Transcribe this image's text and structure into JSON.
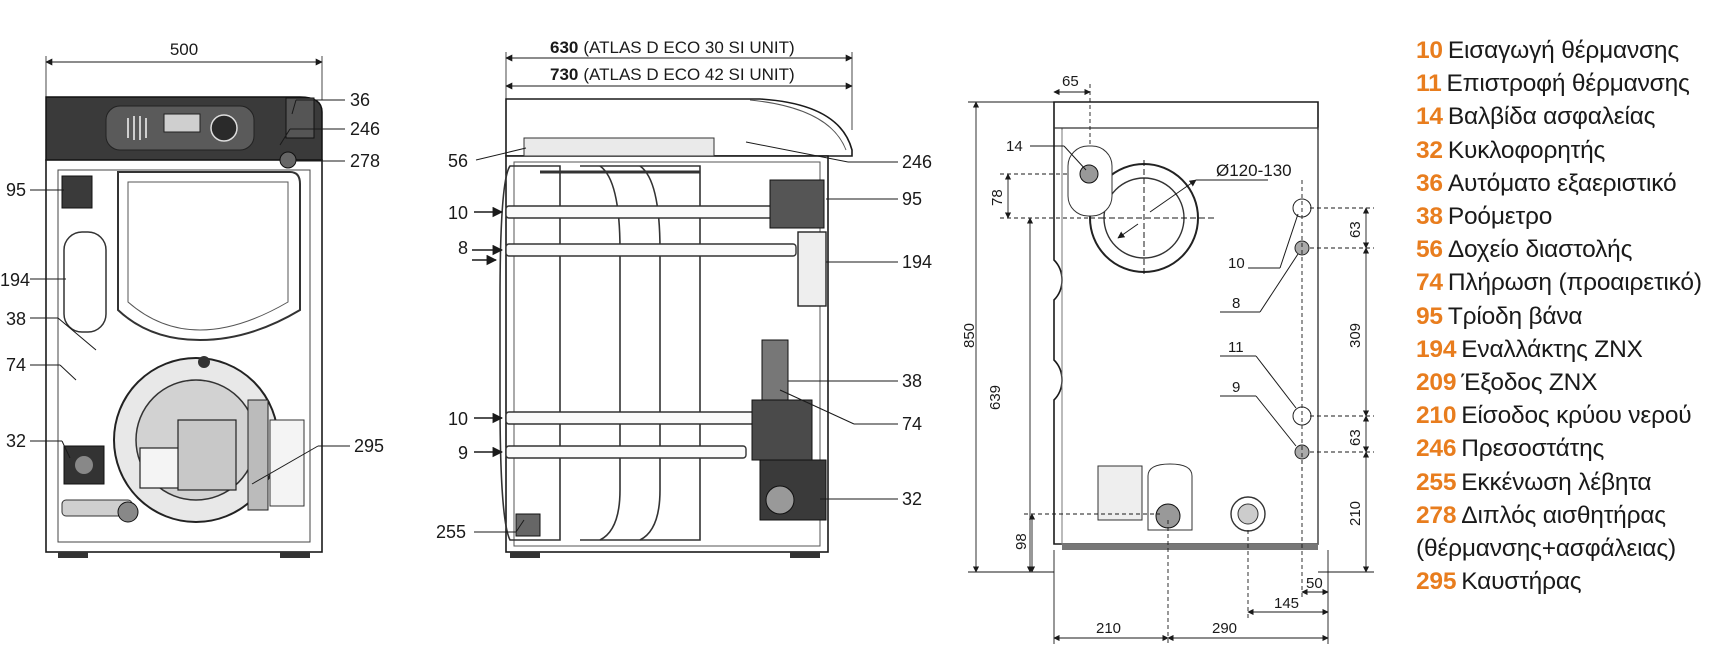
{
  "front_view": {
    "width_label": "500",
    "labels": {
      "l36": "36",
      "l246": "246",
      "l278": "278",
      "l95": "95",
      "l194": "194",
      "l38": "38",
      "l74": "74",
      "l32": "32",
      "l295": "295"
    }
  },
  "side_view": {
    "dim_line1_bold": "630",
    "dim_line1_text": "(ATLAS D ECO 30 SI UNIT)",
    "dim_line2_bold": "730",
    "dim_line2_text": "(ATLAS D ECO 42 SI UNIT)",
    "labels": {
      "l56": "56",
      "l10a": "10",
      "l8": "8",
      "l10b": "10",
      "l9": "9",
      "l255": "255",
      "l246": "246",
      "l95": "95",
      "l194": "194",
      "l38": "38",
      "l74": "74",
      "l32": "32"
    }
  },
  "rear_view": {
    "dims": {
      "d65": "65",
      "d78": "78",
      "d850": "850",
      "d639": "639",
      "d98": "98",
      "d210b": "210",
      "d290": "290",
      "d145": "145",
      "d50": "50",
      "d210r": "210",
      "d63a": "63",
      "d309": "309",
      "d63b": "63",
      "flue": "Ø120-130"
    },
    "labels": {
      "l14": "14",
      "l10": "10",
      "l8": "8",
      "l11": "11",
      "l9": "9"
    }
  },
  "legend": [
    {
      "num": "10",
      "text": "Εισαγωγή θέρμανσης"
    },
    {
      "num": "11",
      "text": "Επιστροφή θέρμανσης"
    },
    {
      "num": "14",
      "text": "Βαλβίδα ασφαλείας"
    },
    {
      "num": "32",
      "text": "Κυκλοφορητής"
    },
    {
      "num": "36",
      "text": "Αυτόματο εξαεριστικό"
    },
    {
      "num": "38",
      "text": "Ροόμετρο"
    },
    {
      "num": "56",
      "text": "Δοχείο διαστολής"
    },
    {
      "num": "74",
      "text": "Πλήρωση (προαιρετικό)"
    },
    {
      "num": "95",
      "text": "Τρίοδη βάνα"
    },
    {
      "num": "194",
      "text": "Εναλλάκτης ZNX"
    },
    {
      "num": "209",
      "text": "Έξοδος ZNX"
    },
    {
      "num": "210",
      "text": "Είσοδος κρύου νερού"
    },
    {
      "num": "246",
      "text": "Πρεσοστάτης"
    },
    {
      "num": "255",
      "text": "Εκκένωση λέβητα"
    },
    {
      "num": "278",
      "text": "Διπλός αισθητήρας"
    },
    {
      "num": "",
      "text": "(θέρμανσης+ασφάλειας)"
    },
    {
      "num": "295",
      "text": "Καυστήρας"
    }
  ],
  "colors": {
    "accent": "#e87d1e",
    "ink": "#1a1a1a"
  }
}
